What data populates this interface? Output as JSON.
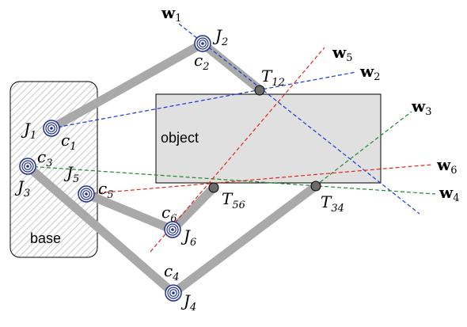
{
  "base": {
    "label": "base"
  },
  "object": {
    "label": "object"
  },
  "joints": [
    {
      "id": "J1",
      "name": "J",
      "sub": "1",
      "c_name": "c",
      "c_sub": "1"
    },
    {
      "id": "J2",
      "name": "J",
      "sub": "2",
      "c_name": "c",
      "c_sub": "2"
    },
    {
      "id": "J3",
      "name": "J",
      "sub": "3",
      "c_name": "c",
      "c_sub": "3"
    },
    {
      "id": "J4",
      "name": "J",
      "sub": "4",
      "c_name": "c",
      "c_sub": "4"
    },
    {
      "id": "J5",
      "name": "J",
      "sub": "5",
      "c_name": "c",
      "c_sub": "5"
    },
    {
      "id": "J6",
      "name": "J",
      "sub": "6",
      "c_name": "c",
      "c_sub": "6"
    }
  ],
  "contacts": [
    {
      "id": "T12",
      "name": "T",
      "sub": "12"
    },
    {
      "id": "T34",
      "name": "T",
      "sub": "34"
    },
    {
      "id": "T56",
      "name": "T",
      "sub": "56"
    }
  ],
  "wrench_lines": [
    {
      "id": "w1",
      "name": "w",
      "sub": "1",
      "color": "#1a3ad6"
    },
    {
      "id": "w2",
      "name": "w",
      "sub": "2",
      "color": "#1a3ad6"
    },
    {
      "id": "w3",
      "name": "w",
      "sub": "3",
      "color": "#1f8a2a"
    },
    {
      "id": "w4",
      "name": "w",
      "sub": "4",
      "color": "#1f8a2a"
    },
    {
      "id": "w5",
      "name": "w",
      "sub": "5",
      "color": "#e0281e"
    },
    {
      "id": "w6",
      "name": "w",
      "sub": "6",
      "color": "#e0281e"
    }
  ],
  "colors": {
    "link": "#a9a9a9",
    "object_fill": "#e0e0e0",
    "joint_ring": "#1f2f8f",
    "contact": "#6b6b6b"
  }
}
